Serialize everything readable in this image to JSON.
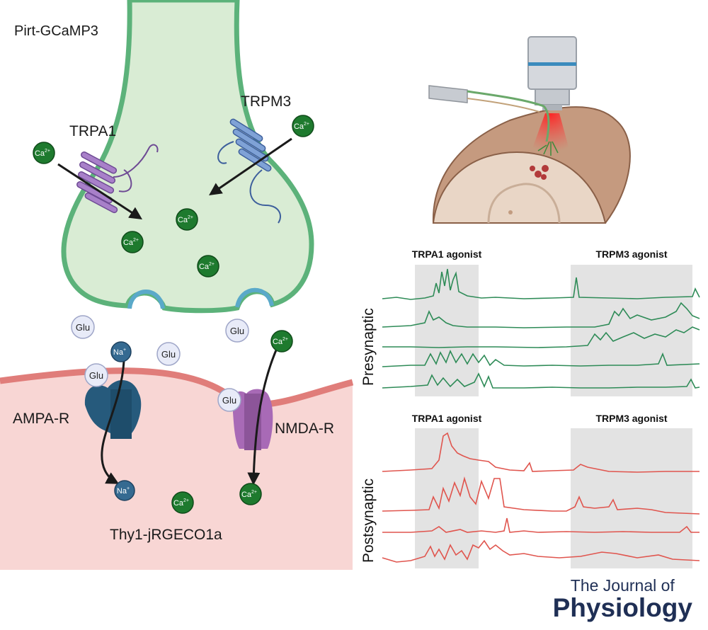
{
  "labels": {
    "pirt": "Pirt-GCaMP3",
    "thy1": "Thy1-jRGECO1a",
    "trpa1": "TRPA1",
    "trpm3": "TRPM3",
    "ampa": "AMPA-R",
    "nmda": "NMDA-R"
  },
  "ions": {
    "ca": "Ca",
    "ca_sup": "2+",
    "na": "Na",
    "na_sup": "+",
    "glu": "Glu"
  },
  "traces": {
    "presynaptic_label": "Presynaptic",
    "postsynaptic_label": "Postsynaptic",
    "trpa1_agonist": "TRPA1 agonist",
    "trpm3_agonist": "TRPM3 agonist"
  },
  "colors": {
    "presynaptic_terminal": "#d9ecd4",
    "terminal_outline": "#5cb27a",
    "postsynaptic": "#f8d6d4",
    "membrane": "#e07d7a",
    "green_trace": "#2e8b57",
    "red_trace": "#e0554e",
    "ca_ion": "#1e7a2e",
    "na_ion": "#356a91",
    "ampa_receptor": "#265a7c",
    "nmda_receptor": "#a86ab6",
    "agonist_band": "#e3e3e3"
  },
  "journal": {
    "line1": "The Journal of",
    "line2": "Physiology"
  }
}
